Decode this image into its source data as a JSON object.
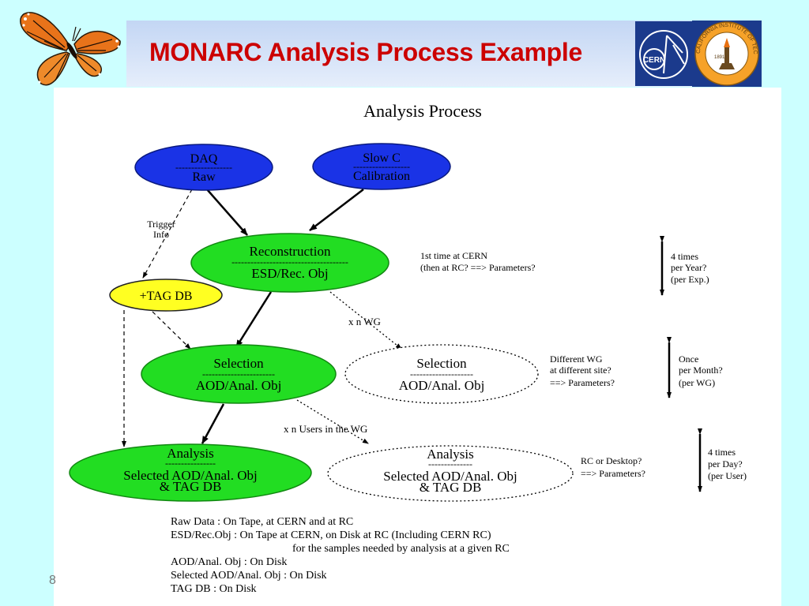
{
  "slide": {
    "title": "MONARC Analysis Process Example",
    "page_number": "8"
  },
  "logos": {
    "cern": "CERN",
    "caltech_text": "CALIFORNIA INSTITUTE OF TECHNOLOGY",
    "caltech_year": "1891"
  },
  "diagram": {
    "title": "Analysis Process",
    "nodes": {
      "daq": {
        "top": "DAQ",
        "rule": "------------------",
        "bottom": "Raw"
      },
      "slowc": {
        "top": "Slow C",
        "rule": "------------------",
        "bottom": "Calibration"
      },
      "reco": {
        "top": "Reconstruction",
        "rule": "-------------------------------------",
        "bottom": "ESD/Rec. Obj"
      },
      "tagdb": {
        "label": "+TAG DB"
      },
      "sel_solid": {
        "top": "Selection",
        "rule": "-----------------------",
        "bottom": "AOD/Anal. Obj"
      },
      "sel_dotted": {
        "top": "Selection",
        "rule": "--------------------",
        "bottom": "AOD/Anal. Obj"
      },
      "ana_solid": {
        "top": "Analysis",
        "rule": "----------------",
        "line2": "Selected AOD/Anal. Obj",
        "line3": "& TAG DB"
      },
      "ana_dotted": {
        "top": "Analysis",
        "rule": "--------------",
        "line2": "Selected AOD/Anal. Obj",
        "line3": "& TAG DB"
      }
    },
    "labels": {
      "trigger1": "Trigger",
      "trigger2": "Info",
      "xnwg": "x n WG",
      "xnusers": "x n Users in the WG"
    },
    "notes": {
      "reco1": "1st time at CERN",
      "reco2": "(then at RC? ==> Parameters?",
      "reco_freq1": "4 times",
      "reco_freq2": "per Year?",
      "reco_freq3": "(per Exp.)",
      "sel1": "Different WG",
      "sel2": "at different site?",
      "sel3": "==> Parameters?",
      "sel_freq1": "Once",
      "sel_freq2": "per Month?",
      "sel_freq3": "(per WG)",
      "ana1": "RC or Desktop?",
      "ana2": "==> Parameters?",
      "ana_freq1": "4 times",
      "ana_freq2": "per Day?",
      "ana_freq3": "(per User)"
    },
    "footer": [
      "Raw Data : On Tape, at CERN and at RC",
      "ESD/Rec.Obj : On Tape at CERN, on Disk at RC (Including CERN RC)",
      "for the samples needed by analysis at a given RC",
      "AOD/Anal. Obj : On Disk",
      "Selected AOD/Anal. Obj : On Disk",
      "TAG DB  : On Disk"
    ]
  },
  "colors": {
    "background": "#ccffff",
    "title": "#cc0000",
    "blue_node": "#1a33e6",
    "green_node": "#22dd22",
    "yellow_node": "#ffff22"
  }
}
